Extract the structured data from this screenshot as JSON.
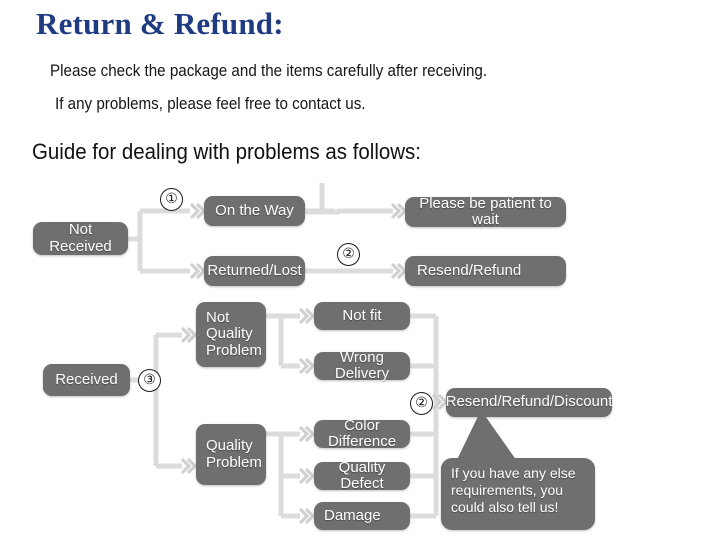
{
  "header": {
    "title": "Return & Refund:",
    "line1": "Please check the package and the items carefully after receiving.",
    "line2": "If any problems, please feel free to contact us.",
    "guide": "Guide for dealing with problems as follows:"
  },
  "colors": {
    "title": "#1f3c82",
    "node_fill": "#6f6f6f",
    "node_text": "#ffffff",
    "connector": "#d9d9d9",
    "body_text": "#161616",
    "background": "#ffffff"
  },
  "flow": {
    "nodes": {
      "not_received": "Not Received",
      "on_the_way": "On the Way",
      "returned_lost": "Returned/Lost",
      "please_wait": "Please be patient to wait",
      "resend_refund": "Resend/Refund",
      "received": "Received",
      "not_quality_problem": "Not\nQuality\nProblem",
      "quality_problem": "Quality\nProblem",
      "not_fit": "Not fit",
      "wrong_delivery": "Wrong Delivery",
      "color_difference": "Color Difference",
      "quality_defect": "Quality Defect",
      "damage": "Damage",
      "resend_refund_discount": "Resend/Refund/Discount"
    },
    "markers": {
      "m1": "①",
      "m2_top": "②",
      "m3": "③",
      "m2_bottom": "②"
    },
    "callout": "If you have any else requirements, you could also tell us!"
  }
}
